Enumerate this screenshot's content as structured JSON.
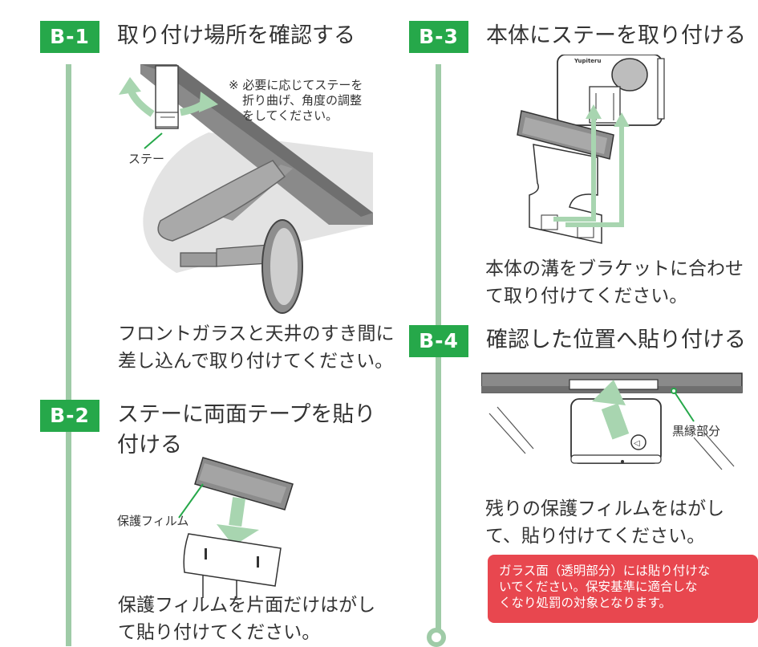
{
  "left_column": {
    "b1": {
      "badge": "B-1",
      "title": "取り付け場所を確認する",
      "note_lines": [
        "※ 必要に応じてステーを",
        "折り曲げ、角度の調整",
        "をしてください。"
      ],
      "stay_label": "ステー",
      "body_lines": [
        "フロントガラスと天井のすき間に",
        "差し込んで取り付けてください。"
      ]
    },
    "b2": {
      "badge": "B-2",
      "title_lines": [
        "ステーに両面テープを貼り",
        "付ける"
      ],
      "film_label": "保護フィルム",
      "body_lines": [
        "保護フィルムを片面だけはがし",
        "て貼り付けてください。"
      ]
    }
  },
  "right_column": {
    "b3": {
      "badge": "B-3",
      "title": "本体にステーを取り付ける",
      "brand_text": "Yupiteru",
      "body_lines": [
        "本体の溝をブラケットに合わせ",
        "て取り付けてください。"
      ]
    },
    "b4": {
      "badge": "B-4",
      "title": "確認した位置へ貼り付ける",
      "black_edge_label": "黒縁部分",
      "body_lines": [
        "残りの保護フィルムをはがし",
        "て、貼り付けてください。"
      ],
      "warning_lines": [
        "ガラス面（透明部分）には貼り付けな",
        "いでください。保安基準に適合しな",
        "くなり処罰の対象となります。"
      ]
    }
  },
  "colors": {
    "badge_green": "#26a84a",
    "timeline_green": "#9fcba7",
    "arrow_green": "#a8d5b0",
    "warning_red": "#e8474f"
  }
}
